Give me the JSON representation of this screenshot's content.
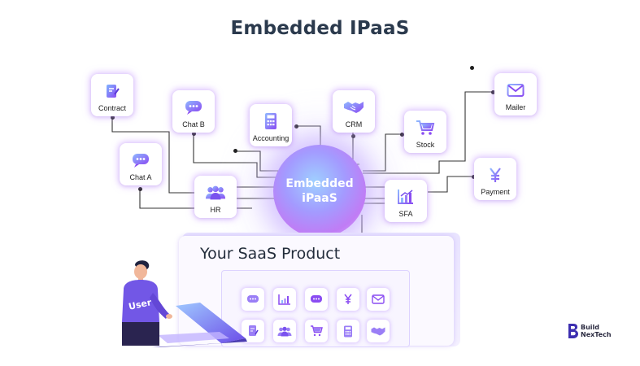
{
  "title": "Embedded IPaaS",
  "hub": {
    "line1": "Embedded",
    "line2": "iPaaS"
  },
  "nodes": {
    "contract": {
      "label": "Contract",
      "icon": "contract-icon"
    },
    "chat_b": {
      "label": "Chat B",
      "icon": "chat-bubble-icon"
    },
    "chat_a": {
      "label": "Chat A",
      "icon": "chat-bubble-icon"
    },
    "accounting": {
      "label": "Accounting",
      "icon": "calculator-icon"
    },
    "crm": {
      "label": "CRM",
      "icon": "handshake-icon"
    },
    "stock": {
      "label": "Stock",
      "icon": "cart-icon"
    },
    "mailer": {
      "label": "Mailer",
      "icon": "mail-icon"
    },
    "payment": {
      "label": "Payment",
      "icon": "yen-icon"
    },
    "hr": {
      "label": "HR",
      "icon": "people-icon"
    },
    "sfa": {
      "label": "SFA",
      "icon": "bar-chart-icon"
    }
  },
  "product": {
    "title": "Your SaaS Product"
  },
  "user": {
    "label": "User"
  },
  "brand": {
    "line1": "Build",
    "line2": "NexTech"
  },
  "colors": {
    "accent": "#7a5af8",
    "glow": "#c496ff",
    "title": "#2b3a4d"
  }
}
